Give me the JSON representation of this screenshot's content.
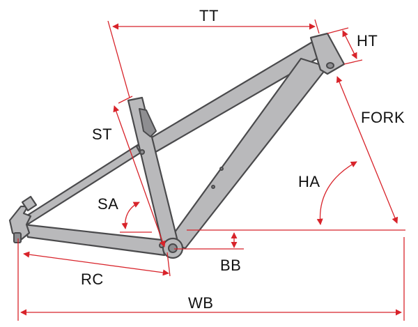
{
  "labels": {
    "tt": "TT",
    "ht": "HT",
    "st": "ST",
    "fork": "FORK",
    "ha": "HA",
    "sa": "SA",
    "bb": "BB",
    "rc": "RC",
    "wb": "WB"
  },
  "colors": {
    "dimension_line": "#d8232a",
    "frame_fill": "#b9b9bb",
    "frame_outline": "#4a4a4c",
    "text": "#111111"
  }
}
